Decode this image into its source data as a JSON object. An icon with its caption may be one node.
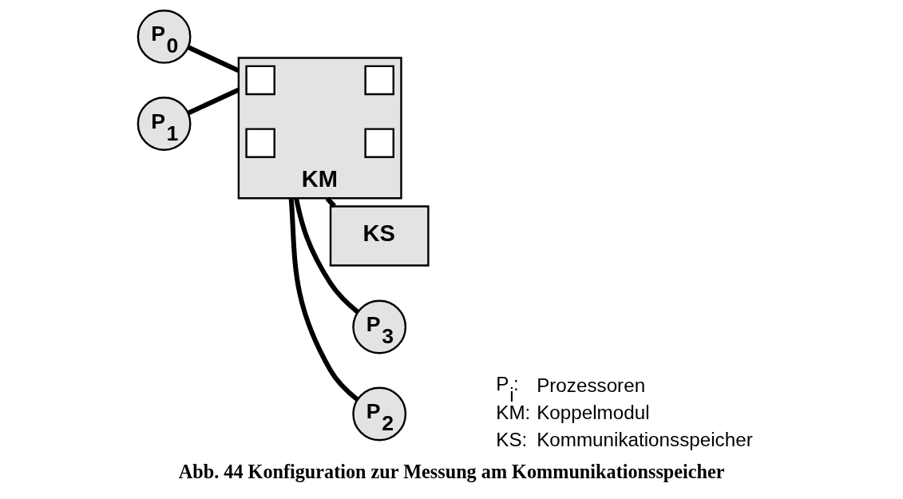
{
  "diagram": {
    "caption": "Abb. 44 Konfiguration zur Messung am Kommunikationsspeicher",
    "nodes": [
      {
        "text": [
          "P$_{0}$"
        ]
      },
      {
        "text": [
          "P$_{1}$"
        ]
      },
      {
        "text": [
          "KM"
        ]
      },
      {
        "text": [],
        "shape": "box",
        "in": 2
      },
      {
        "text": [],
        "shape": "box",
        "in": 2
      },
      {
        "text": [],
        "shape": "box",
        "in": 2
      },
      {
        "text": [],
        "shape": "box",
        "in": 2
      },
      {
        "text": [
          "KS"
        ]
      },
      {
        "text": [
          "P$_{3}$"
        ]
      },
      {
        "text": [
          "P$_{2}$"
        ]
      }
    ],
    "edges": [
      {
        "from": 0,
        "to": 2,
        "arrow": "none"
      },
      {
        "from": 1,
        "to": 2,
        "arrow": "none"
      },
      {
        "from": 2,
        "to": 7,
        "arrow": "none"
      },
      {
        "from": 2,
        "to": 8,
        "arrow": "none"
      },
      {
        "from": 2,
        "to": 9,
        "arrow": "none"
      }
    ],
    "labels": [
      "P$_{i}$:",
      "Prozessoren",
      "KM:",
      "Koppelmodul",
      "KS:",
      "Kommunikationsspeicher"
    ]
  }
}
